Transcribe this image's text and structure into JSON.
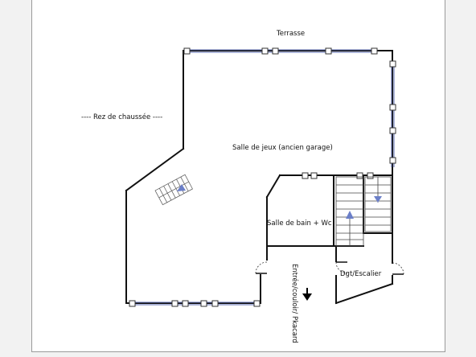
{
  "labels": {
    "terrasse": "Terrasse",
    "rez_de_chaussee": "----  Rez de chaussée  ----",
    "salle_de_jeux": "Salle de jeux (ancien garage)",
    "salle_de_bain": "Salle de bain + Wc",
    "dgt_escalier": "Dgt/Escalier",
    "entree": "Entrée/couloir/ Pkacard"
  },
  "colors": {
    "wall": "#111111",
    "window": "#5a6ab0",
    "stair_arrow": "#6b7fc8",
    "page": "#ffffff",
    "margin": "#f2f2f2"
  },
  "icons": [
    "stair-up-arrow",
    "stair-down-arrow",
    "entry-arrow"
  ]
}
